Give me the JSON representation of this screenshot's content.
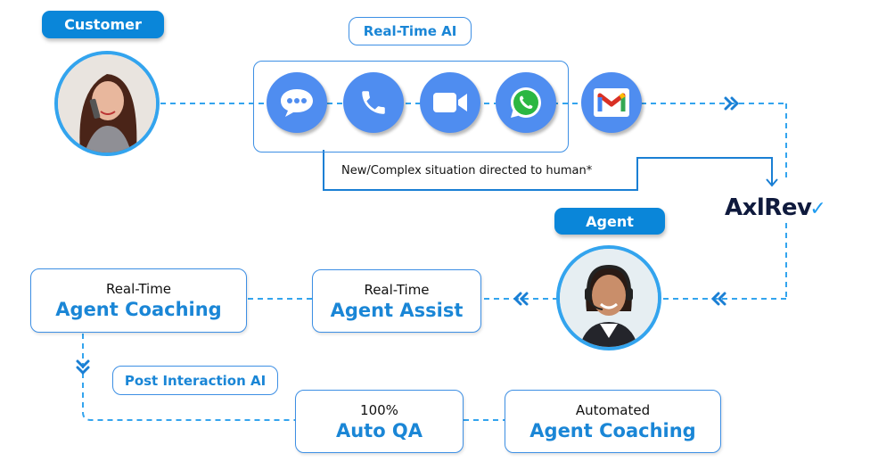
{
  "labels": {
    "customer": "Customer",
    "agent": "Agent",
    "real_time_ai": "Real-Time AI",
    "post_interaction_ai": "Post Interaction AI"
  },
  "channels": [
    {
      "name": "chat",
      "icon": "chat-bubble-icon"
    },
    {
      "name": "phone",
      "icon": "phone-icon"
    },
    {
      "name": "video",
      "icon": "video-camera-icon"
    },
    {
      "name": "whatsapp",
      "icon": "whatsapp-icon"
    },
    {
      "name": "gmail",
      "icon": "gmail-icon"
    }
  ],
  "routing_note": "New/Complex situation directed to human*",
  "logo": {
    "text": "AxlRev",
    "check": "✓"
  },
  "cards": {
    "rt_coaching": {
      "sub": "Real-Time",
      "main": "Agent Coaching"
    },
    "rt_assist": {
      "sub": "Real-Time",
      "main": "Agent Assist"
    },
    "auto_qa": {
      "sub": "100%",
      "main": "Auto QA"
    },
    "auto_coaching": {
      "sub": "Automated",
      "main": "Agent Coaching"
    }
  },
  "colors": {
    "brand_blue": "#0a86d9",
    "accent_blue": "#1a86d6",
    "icon_blue": "#4f8df0",
    "dash_blue": "#33a4ee",
    "logo_navy": "#0f1a3d"
  }
}
